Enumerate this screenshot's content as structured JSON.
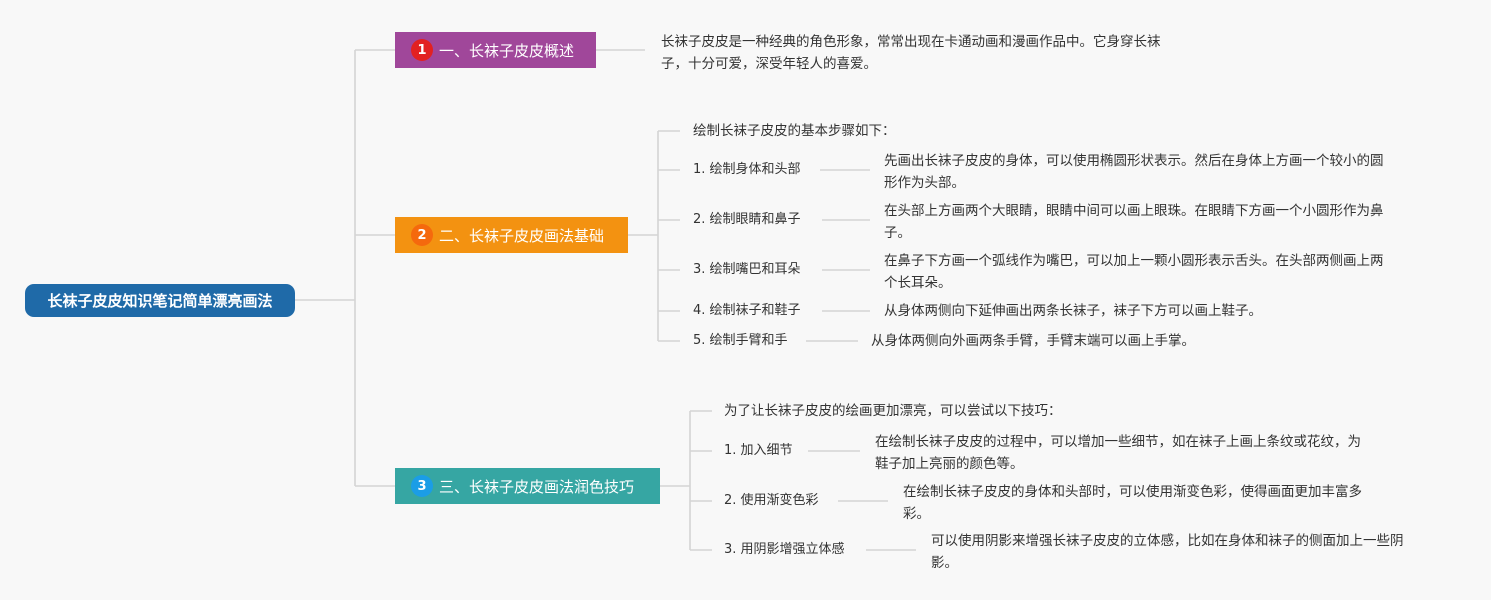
{
  "root": {
    "title": "长袜子皮皮知识笔记简单漂亮画法"
  },
  "colors": {
    "root": "#1f6aa8",
    "branch1": "#a0479a",
    "branch2": "#f39211",
    "branch3": "#36a6a3",
    "badge1": "#e22121",
    "badge2": "#f5690d",
    "badge3": "#1b9de6",
    "line": "#d4d4d4"
  },
  "branches": [
    {
      "number": "1",
      "title": "一、长袜子皮皮概述",
      "description": "长袜子皮皮是一种经典的角色形象，常常出现在卡通动画和漫画作品中。它身穿长袜子，十分可爱，深受年轻人的喜爱。"
    },
    {
      "number": "2",
      "title": "二、长袜子皮皮画法基础",
      "intro": "绘制长袜子皮皮的基本步骤如下：",
      "steps": [
        {
          "label": "1. 绘制身体和头部",
          "detail": "先画出长袜子皮皮的身体，可以使用椭圆形状表示。然后在身体上方画一个较小的圆形作为头部。"
        },
        {
          "label": "2. 绘制眼睛和鼻子",
          "detail": "在头部上方画两个大眼睛，眼睛中间可以画上眼珠。在眼睛下方画一个小圆形作为鼻子。"
        },
        {
          "label": "3. 绘制嘴巴和耳朵",
          "detail": "在鼻子下方画一个弧线作为嘴巴，可以加上一颗小圆形表示舌头。在头部两侧画上两个长耳朵。"
        },
        {
          "label": "4. 绘制袜子和鞋子",
          "detail": "从身体两侧向下延伸画出两条长袜子，袜子下方可以画上鞋子。"
        },
        {
          "label": "5. 绘制手臂和手",
          "detail": "从身体两侧向外画两条手臂，手臂末端可以画上手掌。"
        }
      ]
    },
    {
      "number": "3",
      "title": "三、长袜子皮皮画法润色技巧",
      "intro": "为了让长袜子皮皮的绘画更加漂亮，可以尝试以下技巧：",
      "steps": [
        {
          "label": "1. 加入细节",
          "detail": "在绘制长袜子皮皮的过程中，可以增加一些细节，如在袜子上画上条纹或花纹，为鞋子加上亮丽的颜色等。"
        },
        {
          "label": "2. 使用渐变色彩",
          "detail": "在绘制长袜子皮皮的身体和头部时，可以使用渐变色彩，使得画面更加丰富多彩。"
        },
        {
          "label": "3. 用阴影增强立体感",
          "detail": "可以使用阴影来增强长袜子皮皮的立体感，比如在身体和袜子的侧面加上一些阴影。"
        }
      ]
    }
  ]
}
